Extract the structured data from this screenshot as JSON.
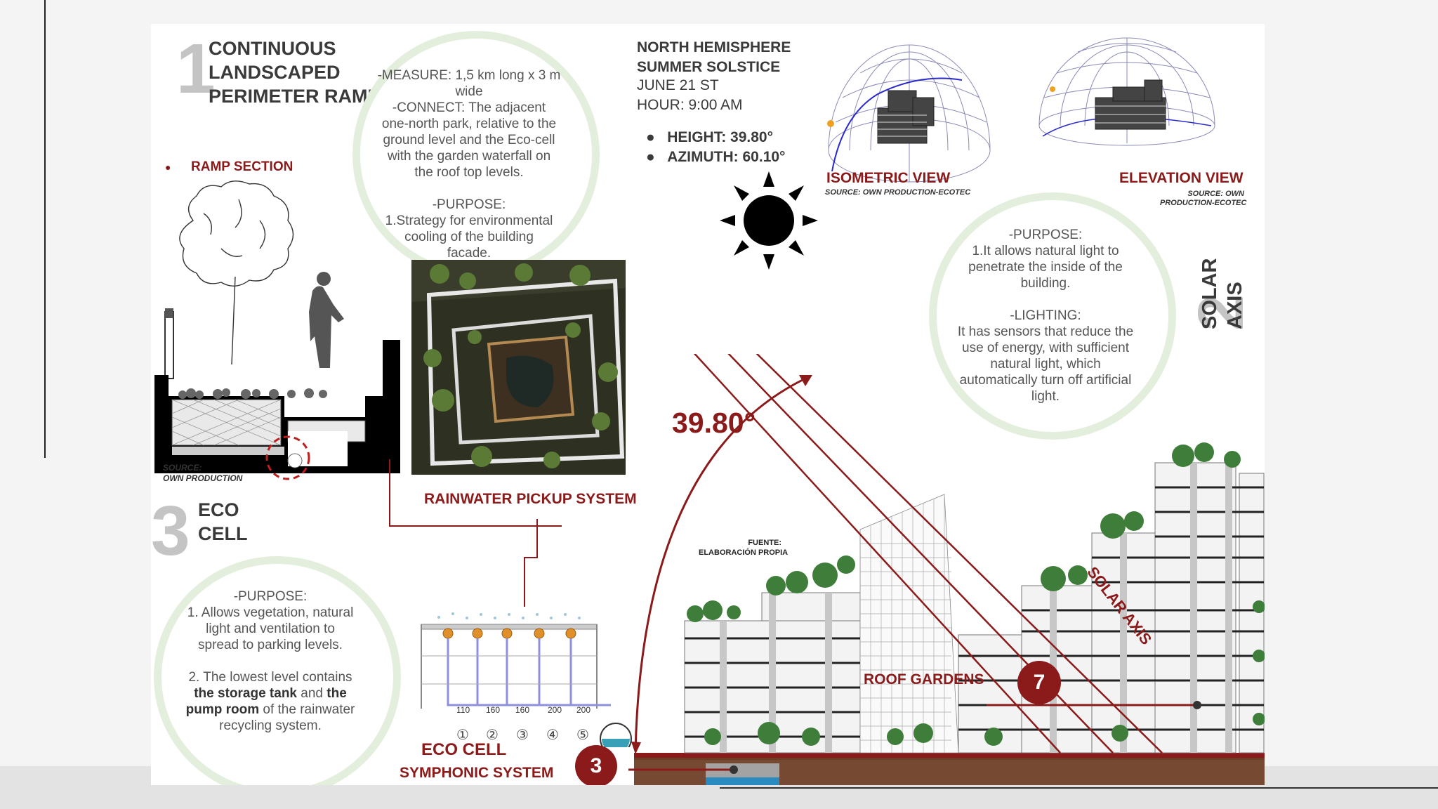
{
  "section1": {
    "number": "1",
    "title_lines": [
      "CONTINUOUS",
      "LANDSCAPED",
      "PERIMETER RAMP"
    ],
    "ramp_section": "RAMP SECTION",
    "source_lines": [
      "SOURCE:",
      "OWN PRODUCTION"
    ],
    "circle_lines": [
      "-MEASURE: 1,5 km long x 3 m",
      "wide",
      "-CONNECT: The adjacent",
      "one-north park, relative to the",
      "ground level and the Eco-cell",
      "with the garden waterfall on",
      "the roof top levels.",
      "",
      "-PURPOSE:",
      "1.Strategy for environmental",
      "cooling of the building",
      "facade."
    ]
  },
  "section2": {
    "number": "2",
    "title_lines": [
      "SOLAR",
      "AXIS"
    ],
    "circle_lines": [
      "-PURPOSE:",
      "1.It allows natural light to",
      "penetrate the inside of the",
      "building.",
      "",
      "-LIGHTING:",
      "It has sensors that reduce the",
      "use of energy, with sufficient",
      "natural light, which",
      "automatically turn off artificial",
      "light."
    ],
    "isometric_label": "ISOMETRIC VIEW",
    "isometric_source": "SOURCE: OWN PRODUCTION-ECOTEC",
    "elevation_label": "ELEVATION VIEW",
    "elevation_source_lines": [
      "SOURCE: OWN",
      "PRODUCTION-ECOTEC"
    ]
  },
  "solstice": {
    "lines": [
      "NORTH HEMISPHERE",
      "SUMMER SOLSTICE",
      "JUNE 21 ST",
      "HOUR:  9:00 AM"
    ],
    "height": "HEIGHT: 39.80°",
    "azimuth": "AZIMUTH: 60.10°"
  },
  "section3": {
    "number": "3",
    "title_lines": [
      "ECO",
      "CELL"
    ],
    "circle_lines": [
      "-PURPOSE:",
      "1. Allows vegetation, natural",
      "light and ventilation to",
      "spread to parking levels.",
      "",
      "2. The lowest level contains"
    ],
    "circle_rich": [
      {
        "bold": "the storage tank",
        "normal": " and "
      },
      {
        "bold": "the",
        "normal": ""
      },
      {
        "bold": "pump room",
        "normal": " of the rainwater"
      }
    ],
    "circle_last": "recycling system."
  },
  "rainwater": {
    "label": "RAINWATER PICKUP SYSTEM",
    "tank_labels": [
      "110",
      "160",
      "160",
      "200",
      "200"
    ],
    "numbers": [
      "①",
      "②",
      "③",
      "④",
      "⑤"
    ]
  },
  "ecocell_system": [
    "ECO CELL",
    "SYMPHONIC SYSTEM"
  ],
  "elevation": {
    "angle": "39.80°",
    "solar_axis": "SOLAR AXIS",
    "roof_gardens": "ROOF GARDENS",
    "fuente_lines": [
      "FUENTE:",
      "ELABORACIÓN PROPIA"
    ],
    "marker3": "3",
    "marker7": "7"
  },
  "colors": {
    "accent": "#8b1a1a",
    "circle_border": "#e3efdc",
    "number_gray": "#c4c4c4"
  }
}
